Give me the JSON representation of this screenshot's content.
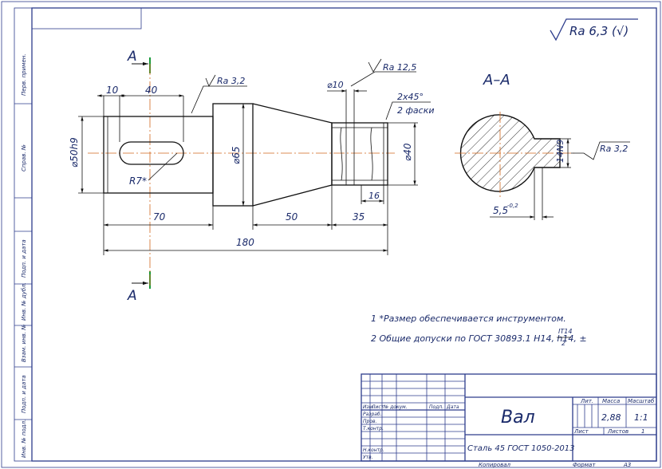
{
  "roughness_general": "Ra 6,3 (√)",
  "section": {
    "title": "A–A",
    "mark_top": "A",
    "mark_bottom": "A"
  },
  "dims": {
    "d10_top": "10",
    "d40_top": "40",
    "ra_keyway": "Ra 3,2",
    "ra_groove": "Ra 12,5",
    "phi10": "⌀10",
    "chamfer": "2x45°",
    "chamfer_note": "2 фаски",
    "phi50": "⌀50h9",
    "phi65": "⌀65",
    "phi40": "⌀40",
    "r7": "R7*",
    "d16": "16",
    "d70": "70",
    "d50": "50",
    "d35": "35",
    "d180": "180",
    "key_width": "14N9",
    "key_depth": "5,5",
    "key_depth_tol": "-0,2",
    "ra_section": "Ra 3,2"
  },
  "notes": [
    "1  *Размер обеспечивается инструментом.",
    "2  Общие допуски по ГОСТ 30893.1 H14, h14, ±"
  ],
  "tol_num": "IT14",
  "tol_den": "2",
  "left_strip": [
    "Перв. примен.",
    "Справ. №",
    "Подп. и дата",
    "Инв. № дубл.",
    "Взам. инв. №",
    "Подп. и дата",
    "Инв. № подл."
  ],
  "title_block": {
    "name": "Вал",
    "material": "Сталь 45 ГОСТ 1050-2013",
    "headers": [
      "Изм.",
      "Лист",
      "№ докум.",
      "Подп.",
      "Дата"
    ],
    "rows": [
      "Разраб.",
      "Пров.",
      "Т.контр.",
      "",
      "Н.контр.",
      "Утв."
    ],
    "lit": "Лит.",
    "mass": "Масса",
    "scale": "Масштаб",
    "mass_value": "2,88",
    "scale_value": "1:1",
    "sheet": "Лист",
    "sheets": "Листов",
    "sheets_value": "1",
    "copied": "Копировал",
    "format": "Формат",
    "format_value": "А3"
  }
}
